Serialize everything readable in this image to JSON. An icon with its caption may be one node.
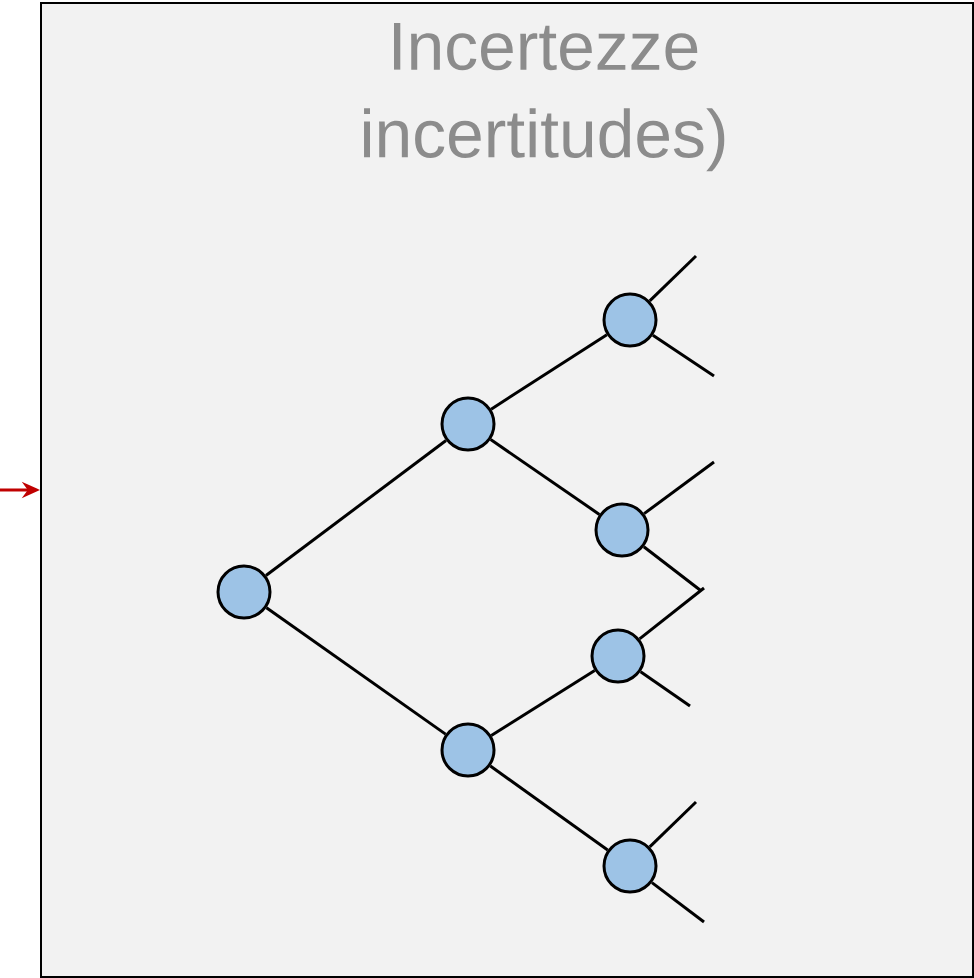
{
  "diagram": {
    "nodes": [
      {
        "text": [
          "Incertezze incertitudes)"
        ]
      },
      {
        "text": [],
        "shape": "circle",
        "in": 0
      },
      {
        "text": [],
        "shape": "circle",
        "in": 0
      },
      {
        "text": [],
        "shape": "circle",
        "in": 0
      },
      {
        "text": [],
        "shape": "circle",
        "in": 0
      },
      {
        "text": [],
        "shape": "circle",
        "in": 0
      },
      {
        "text": [],
        "shape": "circle",
        "in": 0
      },
      {
        "text": [],
        "shape": "circle",
        "in": 0
      }
    ],
    "edges": [
      {
        "from": null,
        "to": 0,
        "arrow": "to",
        "color": "#c00000"
      },
      {
        "from": 1,
        "to": 2,
        "arrow": "none"
      },
      {
        "from": 1,
        "to": 3,
        "arrow": "none"
      },
      {
        "from": 2,
        "to": 4,
        "arrow": "none"
      },
      {
        "from": 2,
        "to": 5,
        "arrow": "none"
      },
      {
        "from": 3,
        "to": 6,
        "arrow": "none"
      },
      {
        "from": 3,
        "to": 7,
        "arrow": "none"
      },
      {
        "from": 4,
        "to": null,
        "arrow": "none"
      },
      {
        "from": 4,
        "to": null,
        "arrow": "none"
      },
      {
        "from": 5,
        "to": null,
        "arrow": "none"
      },
      {
        "from": 5,
        "to": null,
        "arrow": "none"
      },
      {
        "from": 6,
        "to": null,
        "arrow": "none"
      },
      {
        "from": 6,
        "to": null,
        "arrow": "none"
      },
      {
        "from": 7,
        "to": null,
        "arrow": "none"
      },
      {
        "from": 7,
        "to": null,
        "arrow": "none"
      }
    ]
  }
}
